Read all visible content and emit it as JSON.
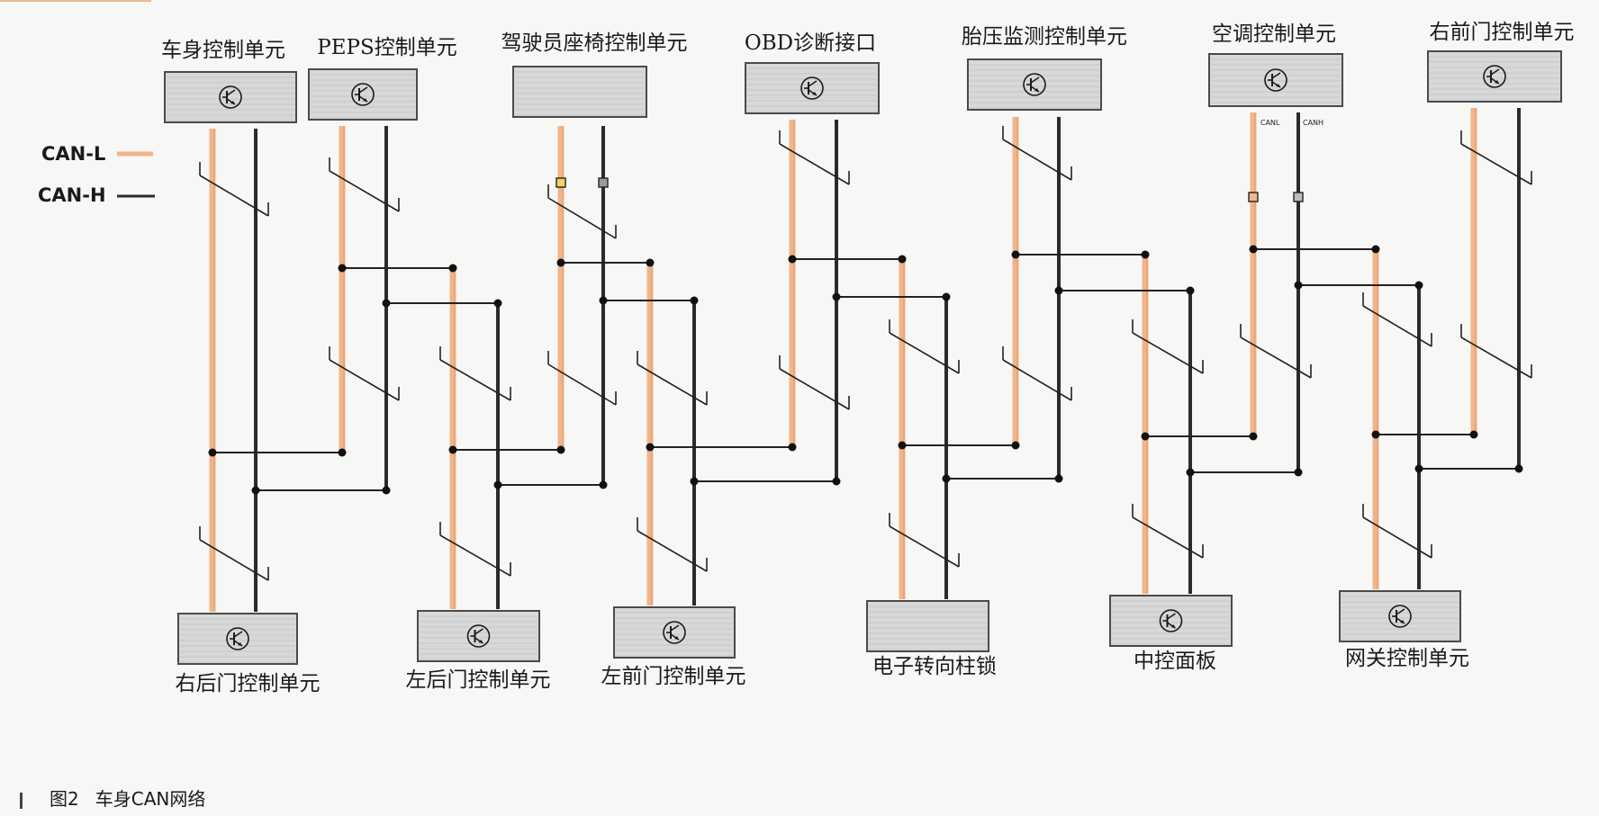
{
  "legend": {
    "can_l": {
      "label": "CAN-L",
      "color": "#f0b58a"
    },
    "can_h": {
      "label": "CAN-H",
      "color": "#2b2b2b"
    }
  },
  "wire_tags": {
    "canl": "CANL",
    "canh": "CANH"
  },
  "modules": {
    "top": [
      "车身控制单元",
      "PEPS控制单元",
      "驾驶员座椅控制单元",
      "OBD诊断接口",
      "胎压监测控制单元",
      "空调控制单元",
      "右前门控制单元"
    ],
    "bottom": [
      "右后门控制单元",
      "左后门控制单元",
      "左前门控制单元",
      "电子转向柱锁",
      "中控面板",
      "网关控制单元"
    ]
  },
  "caption": {
    "figure_no": "图2",
    "title": "车身CAN网络"
  }
}
